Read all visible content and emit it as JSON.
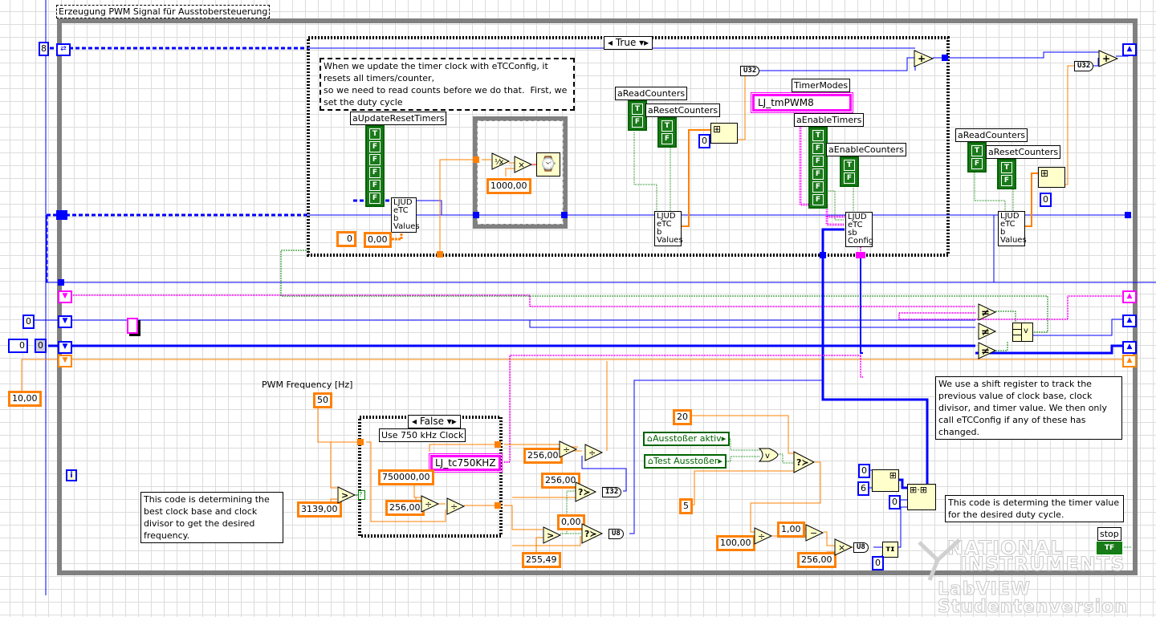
{
  "window": {
    "title": "Erzeugung PWM Signal für Ausstobersteuerung"
  },
  "colors": {
    "int_wire": "#0000ff",
    "dbl_wire": "#ff8000",
    "enum_wire": "#ff00ff",
    "bool_wire": "#008000",
    "frame": "#808080",
    "case_border": "#000000",
    "prim_fill": "#ffffcc",
    "bool_fill": "#1a7a1a"
  },
  "outer_loop": {
    "iteration_icon": "i",
    "iteration_label": "i",
    "stop_label": "stop",
    "stop_button_text": "TF"
  },
  "top_case": {
    "selector": "True",
    "comment": "When we update the timer clock with eTCConfig, it resets all timers/counter,\nso we need to read counts before we do that.  First, we set the duty cycle",
    "update_reset_timers": {
      "label": "aUpdateResetTimers",
      "values": [
        "T",
        "F",
        "F",
        "F",
        "F",
        "F"
      ]
    },
    "index_const": "0",
    "value_const": "0,00",
    "ljud1": [
      "LJUD",
      "eTC  b",
      "Values"
    ],
    "seq_const": "1000,00",
    "read_counters1": {
      "label": "aReadCounters",
      "values": [
        "T",
        "F"
      ]
    },
    "reset_counters1": {
      "label": "aResetCounters",
      "values": [
        "T",
        "F"
      ]
    },
    "ljud2": [
      "LJUD",
      "eTC  b",
      "Values"
    ],
    "index_zero1": "0",
    "u32_1": "U32",
    "timer_modes": {
      "label": "TimerModes",
      "value": "LJ_tmPWM8"
    },
    "enable_timers": {
      "label": "aEnableTimers",
      "values": [
        "T",
        "F",
        "F",
        "F",
        "F",
        "F"
      ]
    },
    "enable_counters": {
      "label": "aEnableCounters",
      "values": [
        "T",
        "F"
      ]
    },
    "ljud3": [
      "LJUD",
      "eTC sb",
      "Config"
    ]
  },
  "right_block": {
    "read_counters2": {
      "label": "aReadCounters",
      "values": [
        "T",
        "F"
      ]
    },
    "reset_counters2": {
      "label": "aResetCounters",
      "values": [
        "T",
        "F"
      ]
    },
    "ljud4": [
      "LJUD",
      "eTC  b",
      "Values"
    ],
    "index_zero2": "0",
    "u32_2": "U32"
  },
  "left_inputs": {
    "iter_const": "0",
    "i32_const": "0",
    "numeric_ctrl": "0",
    "numeric_ind": "0",
    "dbl_const": "10,00"
  },
  "frequency_block": {
    "label": "PWM Frequency [Hz]",
    "freq_const": "50",
    "threshold_const": "3139,00",
    "case_selector": "False",
    "case_label": "Use 750 kHz Clock",
    "clock_const": "750000,00",
    "enum_const": "LJ_tc750KHZ",
    "div_const": "256,00",
    "comment": "This code is determining the best clock base and clock divisor to get the desired frequency.",
    "div_const2": "256,00",
    "div_const3": "256,00",
    "zero_const": "0,00",
    "max_const": "255,49",
    "i32_conv": "I32",
    "u8_conv": "U8"
  },
  "duty_block": {
    "const_20": "20",
    "ctrl_active": "Ausstoßer aktiv",
    "ctrl_test": "Test Ausstoßer",
    "const_5": "5",
    "const_100": "100,00",
    "const_1": "1,00",
    "const_256": "256,00",
    "u8_conv": "U8",
    "comment": "This code is determing the timer value for the desired duty cycle."
  },
  "array_block": {
    "const_0a": "0",
    "const_6": "6",
    "const_0b": "0",
    "const_0c": "0",
    "comment": "We use a shift register to track the previous value of clock base, clock divisor, and timer value.  We then only call eTCConfig if any of these has changed."
  },
  "watermark": {
    "line1": "NATIONAL",
    "line2": "INSTRUMENTS",
    "line3": "LabVIEW Studentenversion"
  }
}
